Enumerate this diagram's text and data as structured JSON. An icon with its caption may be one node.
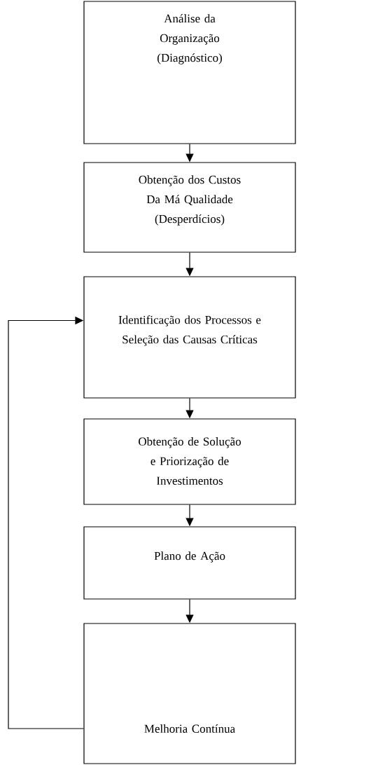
{
  "diagram": {
    "nodes": [
      {
        "text": [
          "Análise da Organização (Diagnóstico)"
        ]
      },
      {
        "text": [
          "Obtenção dos Custos Da Má Qualidade (Desperdícios)"
        ]
      },
      {
        "text": [
          "Identificação dos Processos e Seleção das Causas Críticas"
        ]
      },
      {
        "text": [
          "Obtenção de Solução e Priorização de Investimentos"
        ]
      },
      {
        "text": [
          "Plano de Ação"
        ]
      },
      {
        "text": [
          "Melhoria Contínua"
        ]
      }
    ],
    "edges": [
      {
        "from": 0,
        "to": 1,
        "arrow": "to"
      },
      {
        "from": 1,
        "to": 2,
        "arrow": "to"
      },
      {
        "from": 2,
        "to": 3,
        "arrow": "to"
      },
      {
        "from": 3,
        "to": 4,
        "arrow": "to"
      },
      {
        "from": 4,
        "to": 5,
        "arrow": "to"
      },
      {
        "from": 5,
        "to": 2,
        "arrow": "to"
      }
    ]
  }
}
